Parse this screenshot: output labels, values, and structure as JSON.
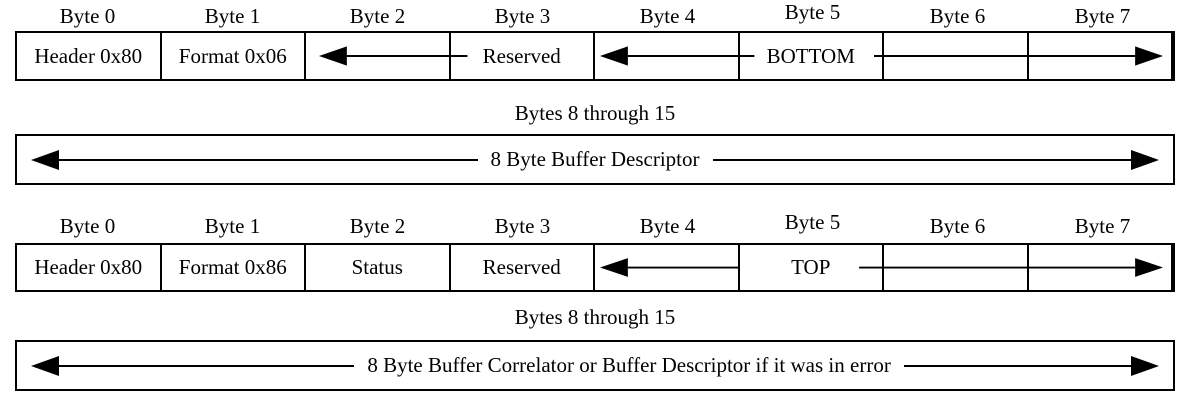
{
  "colors": {
    "foreground": "#000000",
    "background": "#ffffff"
  },
  "block1": {
    "byte_labels": [
      "Byte 0",
      "Byte 1",
      "Byte 2",
      "Byte 3",
      "Byte 4",
      "Byte 5",
      "Byte 6",
      "Byte 7"
    ],
    "cells": [
      "Header 0x80",
      "Format 0x06",
      "",
      "Reserved",
      "",
      "BOTTOM",
      "",
      ""
    ],
    "caption": "Bytes 8 through 15",
    "span_label": "8 Byte Buffer Descriptor"
  },
  "block2": {
    "byte_labels": [
      "Byte 0",
      "Byte 1",
      "Byte 2",
      "Byte 3",
      "Byte 4",
      "Byte 5",
      "Byte 6",
      "Byte 7"
    ],
    "cells": [
      "Header 0x80",
      "Format 0x86",
      "Status",
      "Reserved",
      "",
      "TOP",
      "",
      ""
    ],
    "caption": "Bytes 8 through 15",
    "span_label": "8 Byte Buffer Correlator or Buffer Descriptor if it was in error"
  }
}
